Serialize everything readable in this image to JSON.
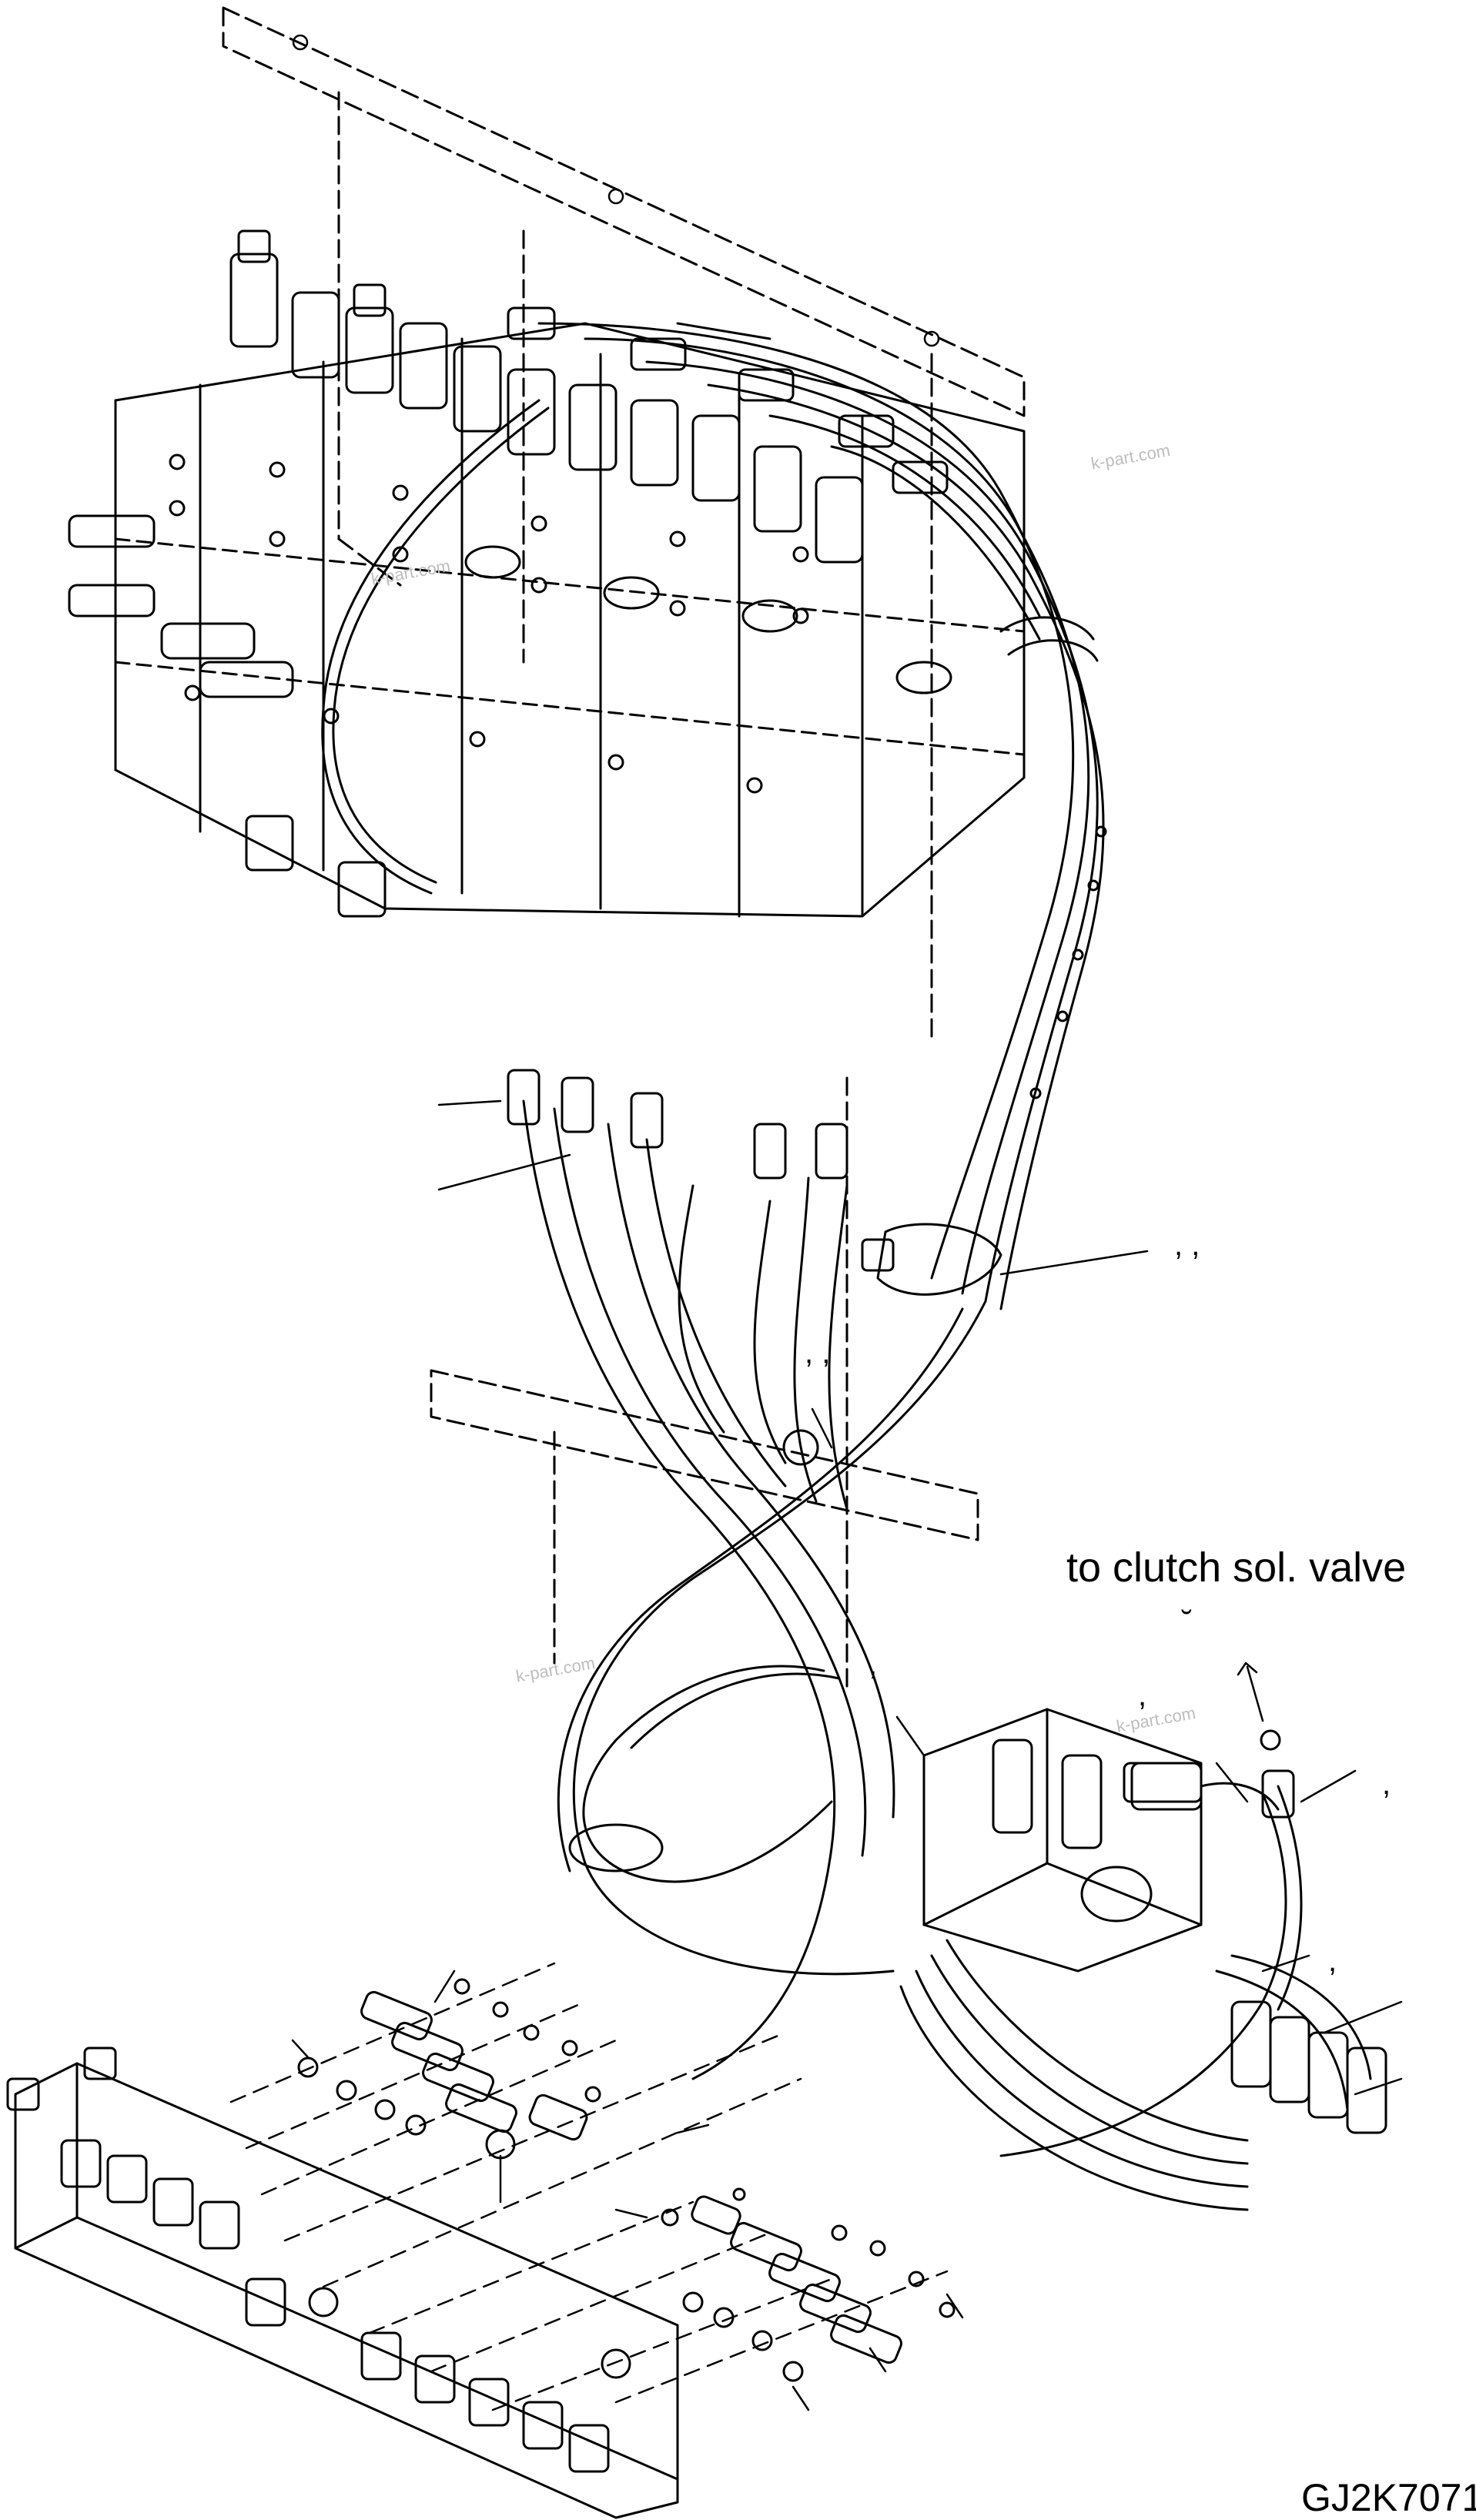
{
  "labels": {
    "destination": "to clutch sol. valve",
    "drawing_code": "GJ2K7071",
    "watermark": "k-part.com"
  },
  "callout_marks": {
    "pair_a": ",  ,",
    "pair_b": ",  ,",
    "single_a": ",",
    "single_b": ",",
    "single_c": ",",
    "single_d": ",",
    "tilde": "˘"
  },
  "colors": {
    "line": "#000000",
    "watermark": "#bdbdbd",
    "background": "#ffffff"
  }
}
